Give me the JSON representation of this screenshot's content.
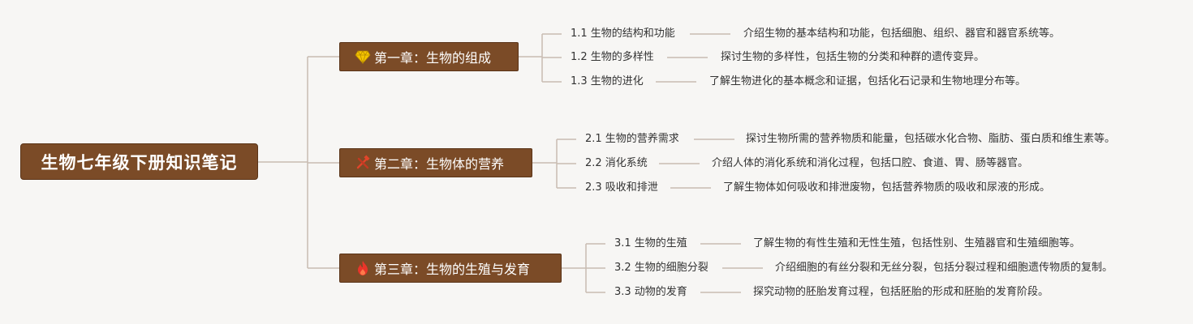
{
  "title": "生物七年级下册知识笔记",
  "colors": {
    "node_fill": "#7b4b27",
    "node_border": "#5a3418",
    "connector": "#c8bcb2",
    "text": "#333333",
    "gem_icon": "#f5c500",
    "tools_icon": "#e0452a",
    "fire_icon": "#e8352a"
  },
  "chapters": [
    {
      "label": "第一章：生物的组成",
      "icon": "gem-icon",
      "sections": [
        {
          "label": "1.1 生物的结构和功能",
          "desc": "介绍生物的基本结构和功能，包括细胞、组织、器官和器官系统等。"
        },
        {
          "label": "1.2 生物的多样性",
          "desc": "探讨生物的多样性，包括生物的分类和种群的遗传变异。"
        },
        {
          "label": "1.3 生物的进化",
          "desc": "了解生物进化的基本概念和证据，包括化石记录和生物地理分布等。"
        }
      ]
    },
    {
      "label": "第二章：生物体的营养",
      "icon": "tools-icon",
      "sections": [
        {
          "label": "2.1 生物的营养需求",
          "desc": "探讨生物所需的营养物质和能量，包括碳水化合物、脂肪、蛋白质和维生素等。"
        },
        {
          "label": "2.2 消化系统",
          "desc": "介绍人体的消化系统和消化过程，包括口腔、食道、胃、肠等器官。"
        },
        {
          "label": "2.3 吸收和排泄",
          "desc": "了解生物体如何吸收和排泄废物，包括营养物质的吸收和尿液的形成。"
        }
      ]
    },
    {
      "label": "第三章：生物的生殖与发育",
      "icon": "fire-icon",
      "sections": [
        {
          "label": "3.1 生物的生殖",
          "desc": "了解生物的有性生殖和无性生殖，包括性别、生殖器官和生殖细胞等。"
        },
        {
          "label": "3.2 生物的细胞分裂",
          "desc": "介绍细胞的有丝分裂和无丝分裂，包括分裂过程和细胞遗传物质的复制。"
        },
        {
          "label": "3.3 动物的发育",
          "desc": "探究动物的胚胎发育过程，包括胚胎的形成和胚胎的发育阶段。"
        }
      ]
    }
  ]
}
